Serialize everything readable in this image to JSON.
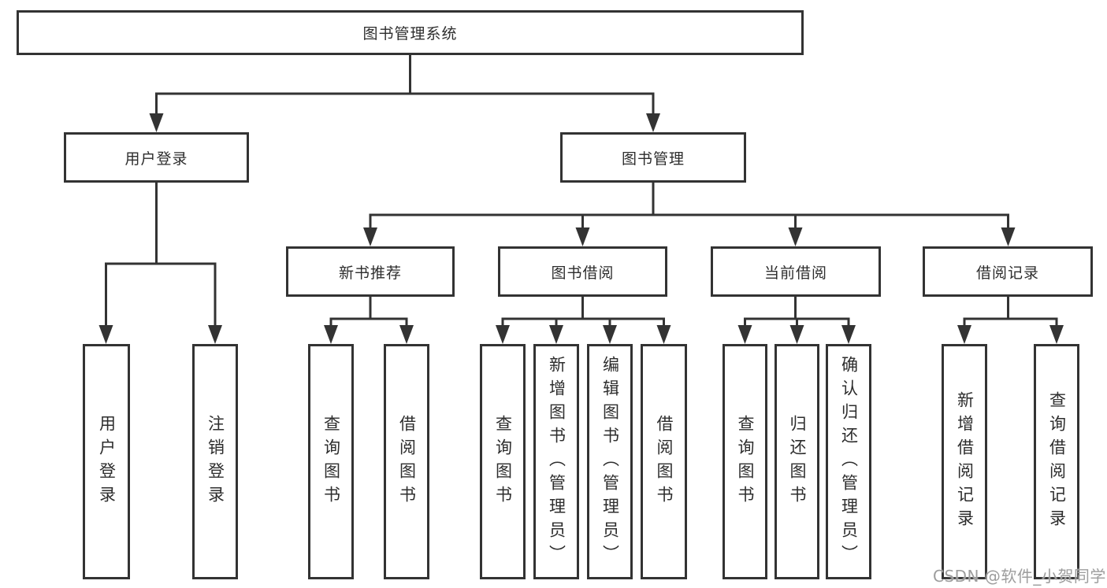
{
  "diagram": {
    "tree": {
      "label": "图书管理系统",
      "children": [
        {
          "label": "用户登录",
          "children": [
            {
              "label": "用户登录"
            },
            {
              "label": "注销登录"
            }
          ]
        },
        {
          "label": "图书管理",
          "children": [
            {
              "label": "新书推荐",
              "children": [
                {
                  "label": "查询图书"
                },
                {
                  "label": "借阅图书"
                }
              ]
            },
            {
              "label": "图书借阅",
              "children": [
                {
                  "label": "查询图书"
                },
                {
                  "label": "新增图书（管理员）"
                },
                {
                  "label": "编辑图书（管理员）"
                },
                {
                  "label": "借阅图书"
                }
              ]
            },
            {
              "label": "当前借阅",
              "children": [
                {
                  "label": "查询图书"
                },
                {
                  "label": "归还图书"
                },
                {
                  "label": "确认归还（管理员）"
                }
              ]
            },
            {
              "label": "借阅记录",
              "children": [
                {
                  "label": "新增借阅记录"
                },
                {
                  "label": "查询借阅记录"
                }
              ]
            }
          ]
        }
      ]
    },
    "line_color": "#333333",
    "watermark": "CSDN @软件_小贺同学"
  }
}
